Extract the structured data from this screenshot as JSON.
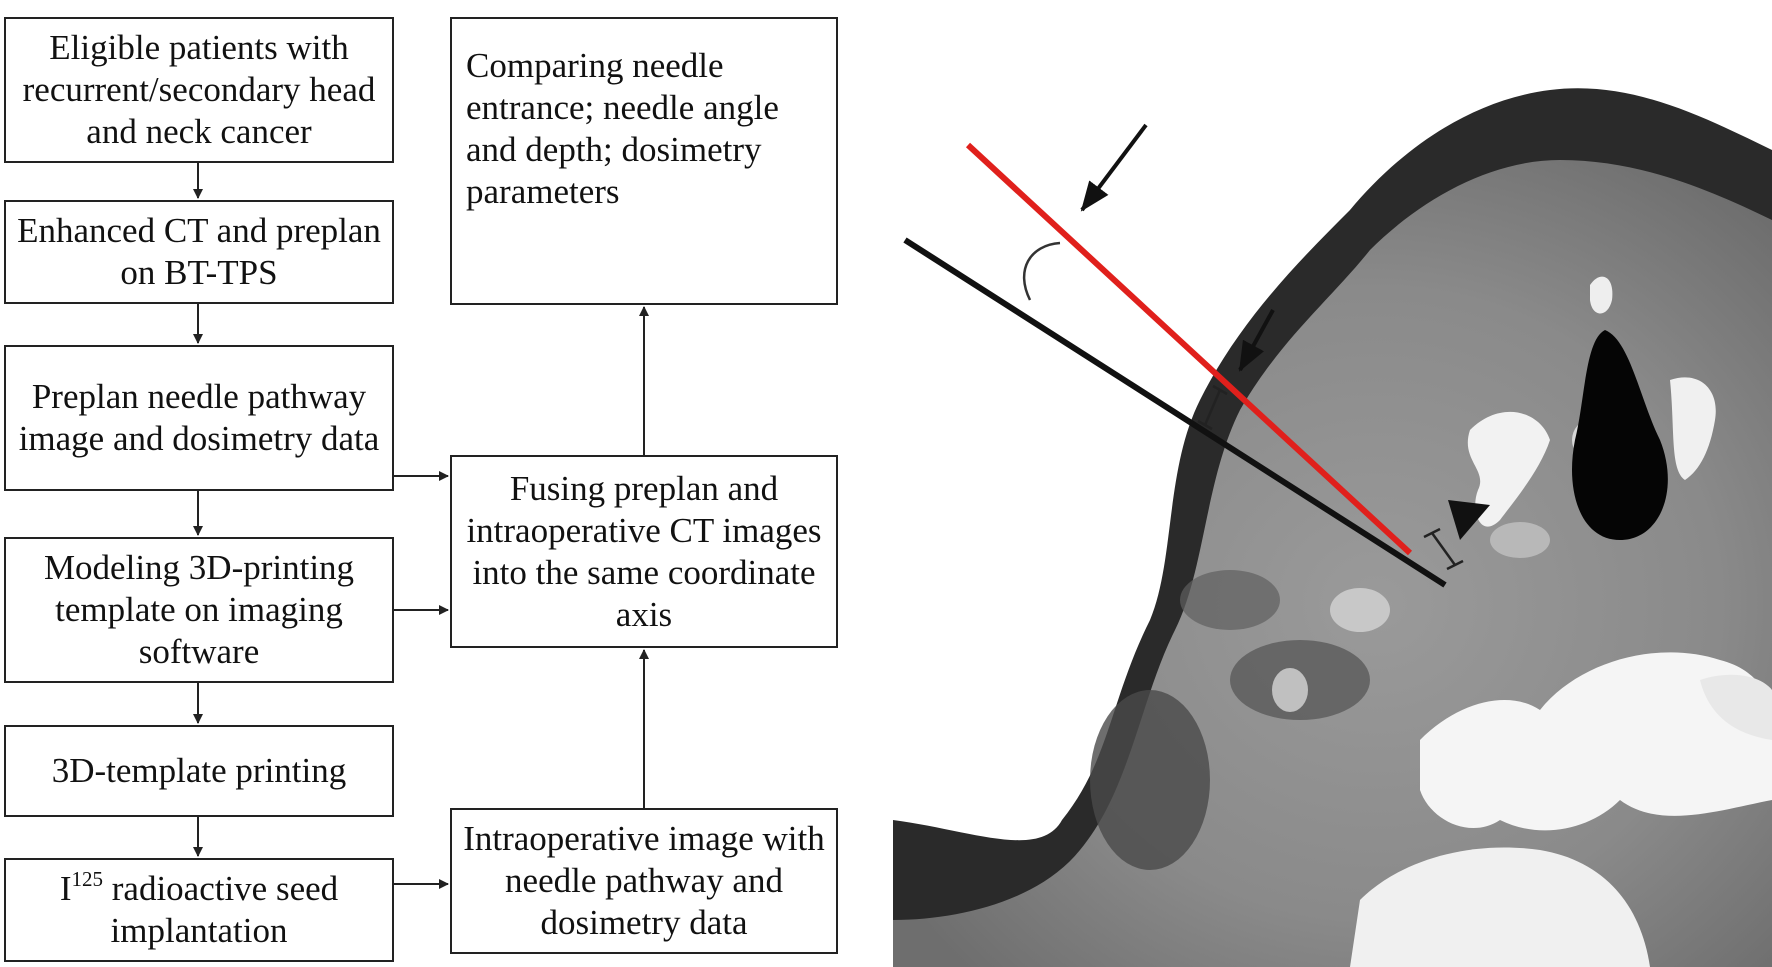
{
  "flowchart": {
    "left_column": [
      {
        "id": "b1",
        "text": "Eligible patients with recurrent/secondary head and neck cancer"
      },
      {
        "id": "b2",
        "text": "Enhanced CT and preplan on BT-TPS"
      },
      {
        "id": "b3",
        "text": "Preplan needle pathway image and dosimetry data"
      },
      {
        "id": "b4",
        "text": "Modeling 3D-printing template on imaging software"
      },
      {
        "id": "b5",
        "text": "3D-template printing"
      },
      {
        "id": "b6",
        "prefix": "I",
        "superscript": "125",
        "text": " radioactive seed implantation"
      }
    ],
    "right_column": [
      {
        "id": "r1",
        "text": "Comparing needle entrance; needle angle and depth; dosimetry parameters"
      },
      {
        "id": "r2",
        "text": "Fusing preplan and intraoperative CT images into the same coordinate axis"
      },
      {
        "id": "r3",
        "text": "Intraoperative image with needle pathway and dosimetry data"
      }
    ]
  },
  "ct_image": {
    "preplan_needle_color": "#e0201c",
    "actual_needle_color": "#111111"
  }
}
